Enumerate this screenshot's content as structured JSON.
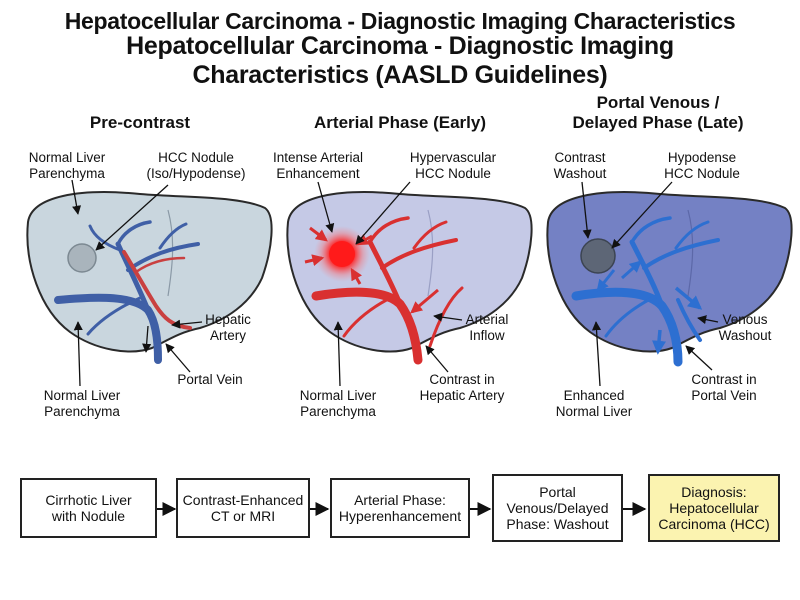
{
  "title_line_top": "Hepatocellular Carcinoma - Diagnostic Imaging Characteristics",
  "title_main": "Hepatocellular Carcinoma - Diagnostic Imaging Characteristics (AASLD Guidelines)",
  "panels": [
    {
      "heading": "Pre-contrast",
      "labels": {
        "top_left": "Normal Liver\nParenchyma",
        "top_right": "HCC Nodule\n(Iso/Hypodense)",
        "side_right": "Hepatic\nArtery",
        "bottom_right": "Portal Vein",
        "bottom_left": "Normal Liver\nParenchyma"
      }
    },
    {
      "heading": "Arterial Phase (Early)",
      "labels": {
        "top_left": "Intense Arterial\nEnhancement",
        "top_right": "Hypervascular\nHCC Nodule",
        "side_right": "Arterial\nInflow",
        "bottom_right": "Contrast in\nHepatic Artery",
        "bottom_left": "Normal Liver\nParenchyma"
      }
    },
    {
      "heading": "Portal Venous /\nDelayed Phase (Late)",
      "labels": {
        "top_left": "Contrast\nWashout",
        "top_right": "Hypodense\nHCC Nodule",
        "side_right": "Venous\nWashout",
        "bottom_right": "Contrast in\nPortal Vein",
        "bottom_left": "Enhanced\nNormal Liver"
      }
    }
  ],
  "flow": [
    "Cirrhotic Liver\nwith Nodule",
    "Contrast-Enhanced\nCT or MRI",
    "Arterial Phase:\nHyperenhancement",
    "Portal\nVenous/Delayed\nPhase: Washout",
    "Diagnosis:\nHepatocellular\nCarcinoma (HCC)"
  ],
  "colors": {
    "liver_pre": "#c9d6de",
    "liver_arterial": "#c5c9e6",
    "liver_portal": "#7481c4",
    "artery_red": "#d93030",
    "vein_blue": "#3f5fa6",
    "final_box": "#fbf3b0"
  }
}
